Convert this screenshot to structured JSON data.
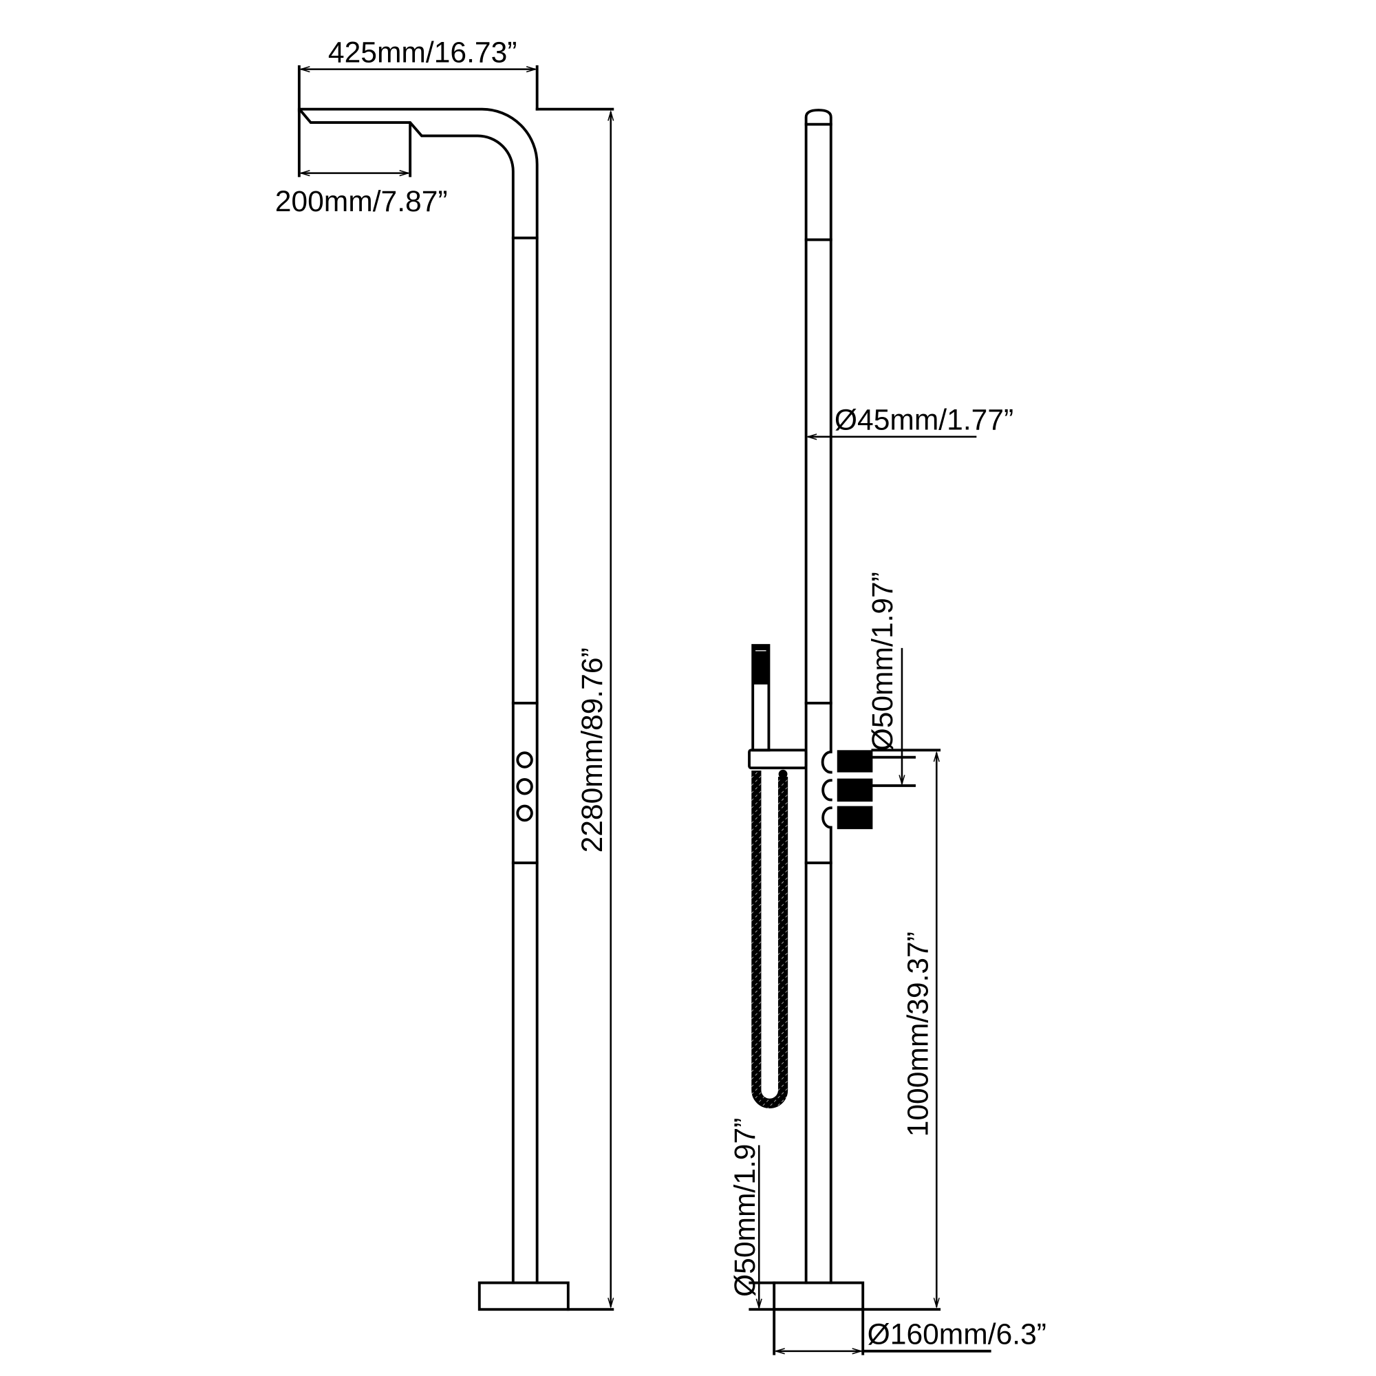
{
  "drawing": {
    "left_view": {
      "width_label": "425mm/16.73”",
      "spout_label": "200mm/7.87”",
      "height_label": "2280mm/89.76”"
    },
    "right_view": {
      "pipe_diameter_label": "Ø45mm/1.77”",
      "handle_diameter_label": "Ø50mm/1.97”",
      "handle_height_label": "1000mm/39.37”",
      "base_height_label": "Ø50mm/1.97”",
      "base_diameter_label": "Ø160mm/6.3”"
    },
    "line_color": "#000000",
    "background_color": "#ffffff"
  }
}
